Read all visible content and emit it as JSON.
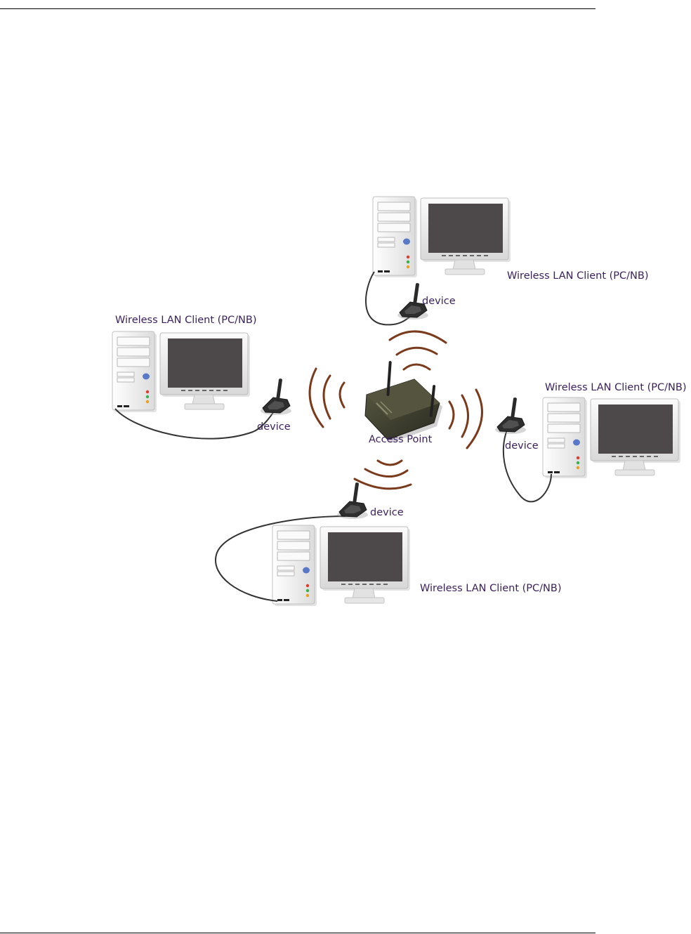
{
  "labels": {
    "client": "Wireless LAN Client (PC/NB)",
    "device": "device",
    "access_point": "Access Point"
  },
  "colors": {
    "label_text": "#3a1f5c",
    "wave": "#7a3a1c",
    "screen": "#4d4849",
    "case": "#f4f4f4",
    "rule": "#000000"
  }
}
